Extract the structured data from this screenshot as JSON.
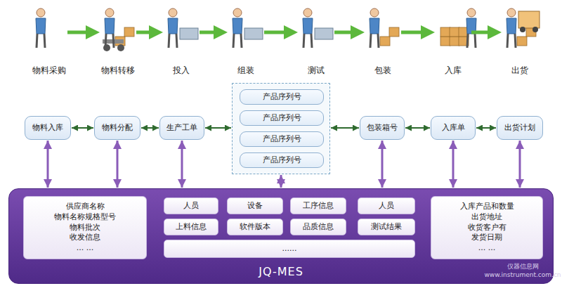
{
  "diagram": {
    "nodes": [
      {
        "text": [
          "物料入库"
        ]
      },
      {
        "text": [
          "物料分配"
        ]
      },
      {
        "text": [
          "生产工单"
        ]
      },
      {
        "text": []
      },
      {
        "text": [
          "产品序列号"
        ],
        "in": 3
      },
      {
        "text": [
          "产品序列号"
        ],
        "in": 3
      },
      {
        "text": [
          "产品序列号"
        ],
        "in": 3
      },
      {
        "text": [
          "产品序列号"
        ],
        "in": 3
      },
      {
        "text": [
          "包装箱号"
        ]
      },
      {
        "text": [
          "入库单"
        ]
      },
      {
        "text": [
          "出货计划"
        ]
      },
      {
        "text": [
          "JQ-MES"
        ]
      },
      {
        "text": [
          "供应商名称",
          "物料名称规格型号",
          "物料批次",
          "收发信息",
          "... ..."
        ],
        "in": 11
      },
      {
        "text": [
          "人员"
        ],
        "in": 11
      },
      {
        "text": [
          "设备"
        ],
        "in": 11
      },
      {
        "text": [
          "工序信息"
        ],
        "in": 11
      },
      {
        "text": [
          "人员"
        ],
        "in": 11
      },
      {
        "text": [
          "上料信息"
        ],
        "in": 11
      },
      {
        "text": [
          "软件版本"
        ],
        "in": 11
      },
      {
        "text": [
          "品质信息"
        ],
        "in": 11
      },
      {
        "text": [
          "测试结果"
        ],
        "in": 11
      },
      {
        "text": [
          "......"
        ],
        "in": 11
      },
      {
        "text": [
          "入库产品和数量",
          "出货地址",
          "收货客户有",
          "发货日期",
          "... ..."
        ],
        "in": 11
      }
    ],
    "edges": [
      {
        "from": 0,
        "to": 1,
        "arrow": "both"
      },
      {
        "from": 1,
        "to": 2,
        "arrow": "both"
      },
      {
        "from": 2,
        "to": 3,
        "arrow": "both"
      },
      {
        "from": 3,
        "to": 8,
        "arrow": "both"
      },
      {
        "from": 8,
        "to": 9,
        "arrow": "both"
      },
      {
        "from": 9,
        "to": 10,
        "arrow": "both"
      },
      {
        "from": 0,
        "to": 11,
        "arrow": "both"
      },
      {
        "from": 1,
        "to": 11,
        "arrow": "both"
      },
      {
        "from": 2,
        "to": 11,
        "arrow": "both"
      },
      {
        "from": 3,
        "to": 11,
        "arrow": "both"
      },
      {
        "from": 8,
        "to": 11,
        "arrow": "both"
      },
      {
        "from": 9,
        "to": 11,
        "arrow": "both"
      },
      {
        "from": 10,
        "to": 11,
        "arrow": "both"
      }
    ],
    "labels": [
      "物料采购",
      "物料转移",
      "投入",
      "组装",
      "测试",
      "包装",
      "入库",
      "出货",
      "仪器信息网",
      "www.instrument.com.cn"
    ]
  }
}
